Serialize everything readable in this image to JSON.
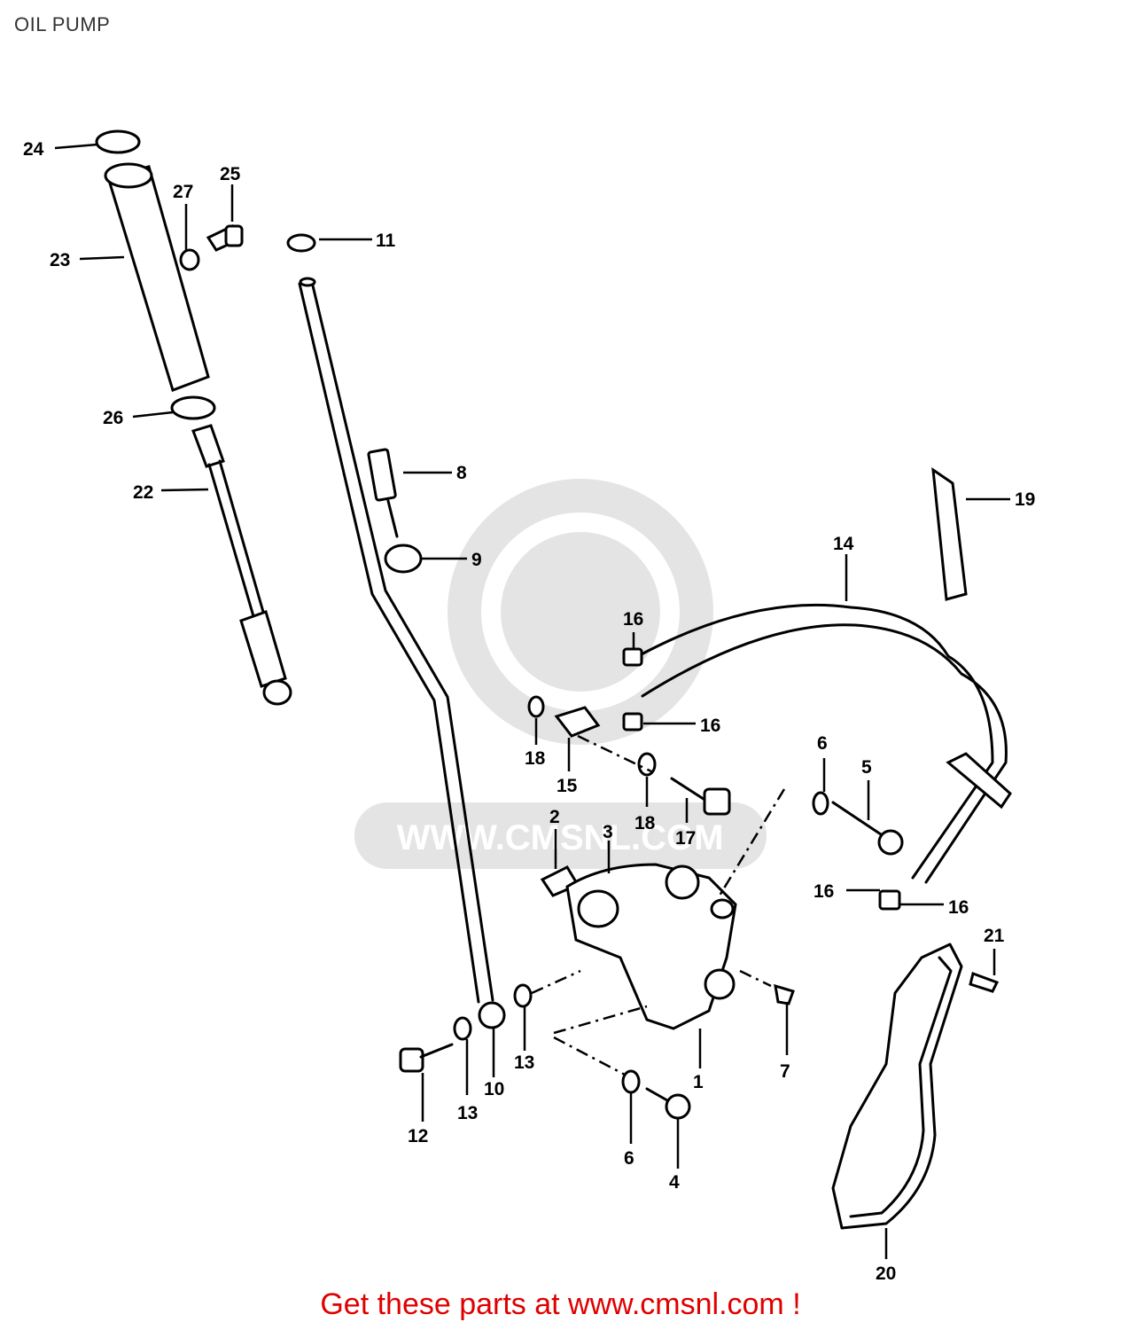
{
  "title": "OIL PUMP",
  "watermark_text": "WWW.CMSNL.COM",
  "footer_text": "Get these parts at www.cmsnl.com !",
  "callouts": [
    "1",
    "2",
    "3",
    "4",
    "5",
    "6",
    "6",
    "7",
    "8",
    "9",
    "10",
    "11",
    "12",
    "13",
    "13",
    "14",
    "15",
    "16",
    "16",
    "16",
    "16",
    "17",
    "18",
    "18",
    "19",
    "20",
    "21",
    "22",
    "23",
    "24",
    "25",
    "26",
    "27"
  ],
  "colors": {
    "footer": "#e00000",
    "watermark": "#e4e4e4",
    "ink": "#000000"
  }
}
